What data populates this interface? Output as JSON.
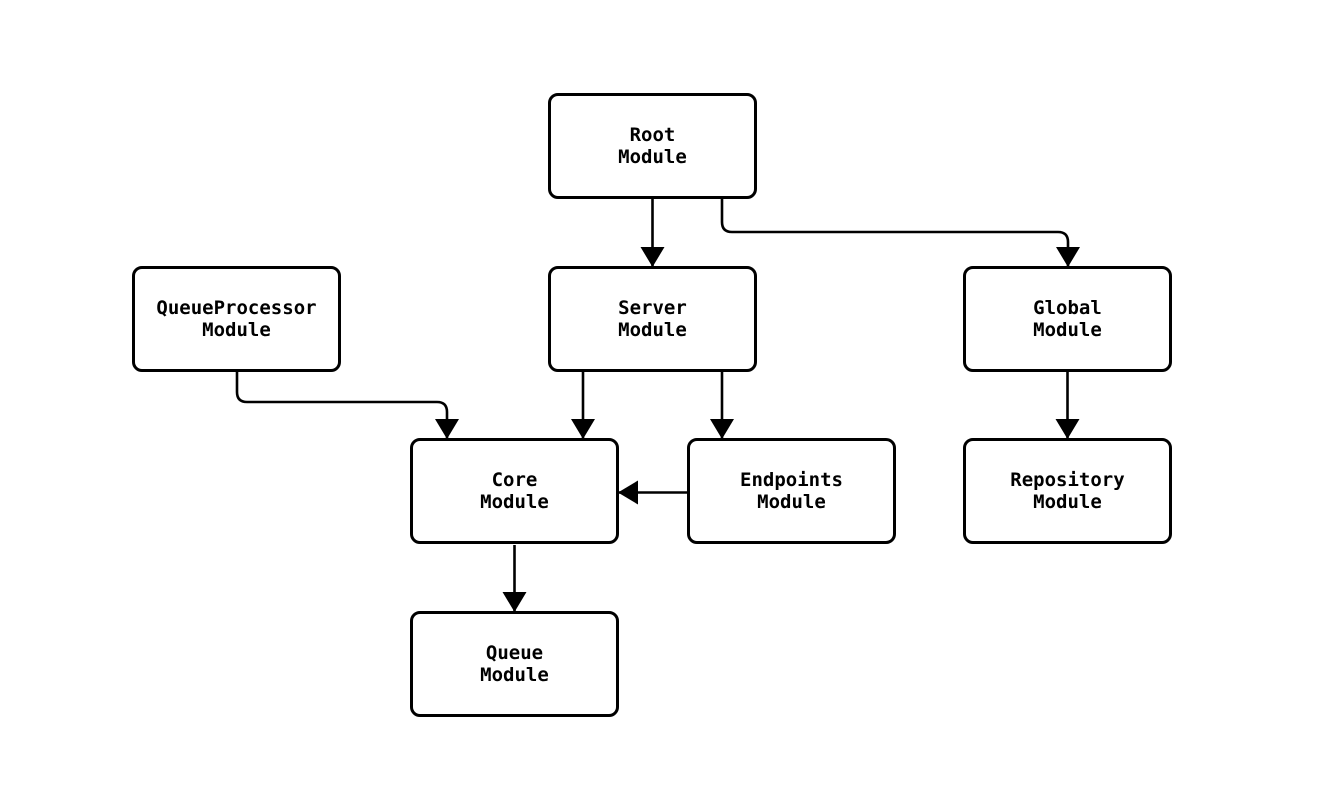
{
  "diagram": {
    "type": "flowchart",
    "description": "Module dependency diagram",
    "colors": {
      "background": "#ffffff",
      "node_fill": "#ffffff",
      "node_border": "#000000",
      "edge": "#000000",
      "text": "#000000"
    },
    "nodes": {
      "root": {
        "line1": "Root",
        "line2": "Module"
      },
      "queueprocessor": {
        "line1": "QueueProcessor",
        "line2": "Module"
      },
      "server": {
        "line1": "Server",
        "line2": "Module"
      },
      "global": {
        "line1": "Global",
        "line2": "Module"
      },
      "core": {
        "line1": "Core",
        "line2": "Module"
      },
      "endpoints": {
        "line1": "Endpoints",
        "line2": "Module"
      },
      "repository": {
        "line1": "Repository",
        "line2": "Module"
      },
      "queue": {
        "line1": "Queue",
        "line2": "Module"
      }
    },
    "edges": [
      {
        "from": "Root Module",
        "to": "Server Module"
      },
      {
        "from": "Root Module",
        "to": "Global Module"
      },
      {
        "from": "QueueProcessor Module",
        "to": "Core Module"
      },
      {
        "from": "Server Module",
        "to": "Core Module"
      },
      {
        "from": "Server Module",
        "to": "Endpoints Module"
      },
      {
        "from": "Endpoints Module",
        "to": "Core Module"
      },
      {
        "from": "Global Module",
        "to": "Repository Module"
      },
      {
        "from": "Core Module",
        "to": "Queue Module"
      }
    ]
  }
}
